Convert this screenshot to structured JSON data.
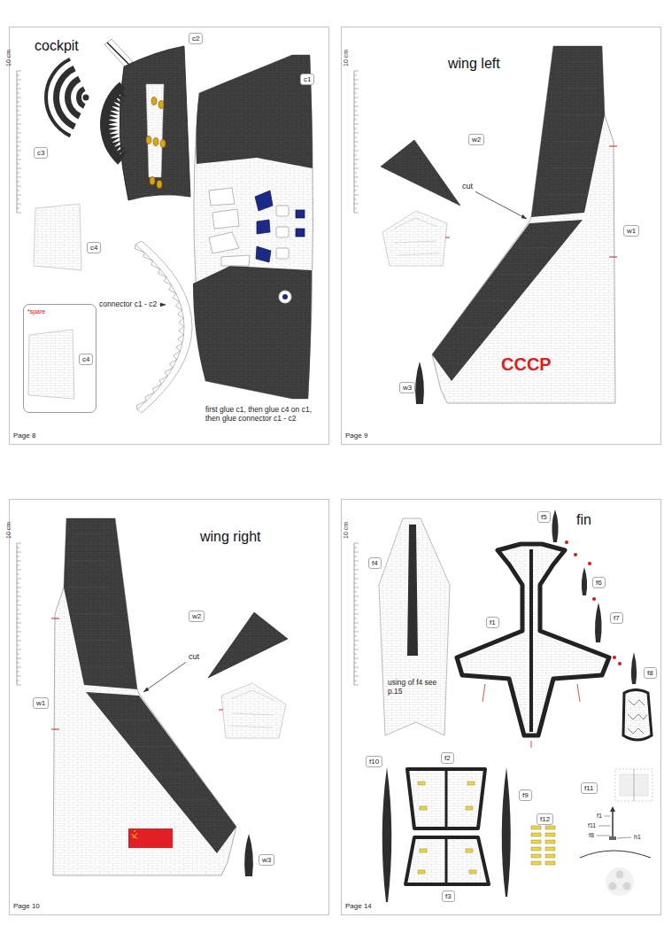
{
  "diagram": {
    "nodes": [
      {
        "text": [
          "cockpit",
          "Page 8"
        ]
      },
      {
        "text": [
          "c2"
        ],
        "in": 0
      },
      {
        "text": [
          "c1"
        ],
        "in": 0
      },
      {
        "text": [
          "c3"
        ],
        "in": 0
      },
      {
        "text": [
          "c4"
        ],
        "in": 0
      },
      {
        "text": [
          "*spare"
        ],
        "in": 0
      },
      {
        "text": [
          "c4"
        ],
        "in": 5
      },
      {
        "text": [
          "wing left",
          "Page 9"
        ]
      },
      {
        "text": [
          "w2"
        ],
        "in": 7
      },
      {
        "text": [
          "w1"
        ],
        "in": 7
      },
      {
        "text": [
          "w3"
        ],
        "in": 7
      },
      {
        "text": [
          "wing right",
          "Page 10"
        ]
      },
      {
        "text": [
          "w2"
        ],
        "in": 11
      },
      {
        "text": [
          "w1"
        ],
        "in": 11
      },
      {
        "text": [
          "w3"
        ],
        "in": 11
      },
      {
        "text": [
          "fin",
          "Page 14"
        ]
      },
      {
        "text": [
          "f5"
        ],
        "in": 15
      },
      {
        "text": [
          "f4"
        ],
        "in": 15
      },
      {
        "text": [
          "f6"
        ],
        "in": 15
      },
      {
        "text": [
          "f1"
        ],
        "in": 15
      },
      {
        "text": [
          "f7"
        ],
        "in": 15
      },
      {
        "text": [
          "f8"
        ],
        "in": 15
      },
      {
        "text": [
          "f2"
        ],
        "in": 15
      },
      {
        "text": [
          "f10"
        ],
        "in": 15
      },
      {
        "text": [
          "f9"
        ],
        "in": 15
      },
      {
        "text": [
          "f11"
        ],
        "in": 15
      },
      {
        "text": [
          "f12"
        ],
        "in": 15
      },
      {
        "text": [
          "f3"
        ],
        "in": 15
      }
    ],
    "labels": [
      "10 cm",
      "connector c1 - c2",
      "first glue c1, then glue c4 on c1, then glue connector c1 - c2",
      "10 cm",
      "cut",
      "CCCP",
      "10 cm",
      "cut",
      "10 cm",
      "using of f4 see p.15",
      "f1",
      "f11",
      "f8",
      "h1"
    ]
  }
}
